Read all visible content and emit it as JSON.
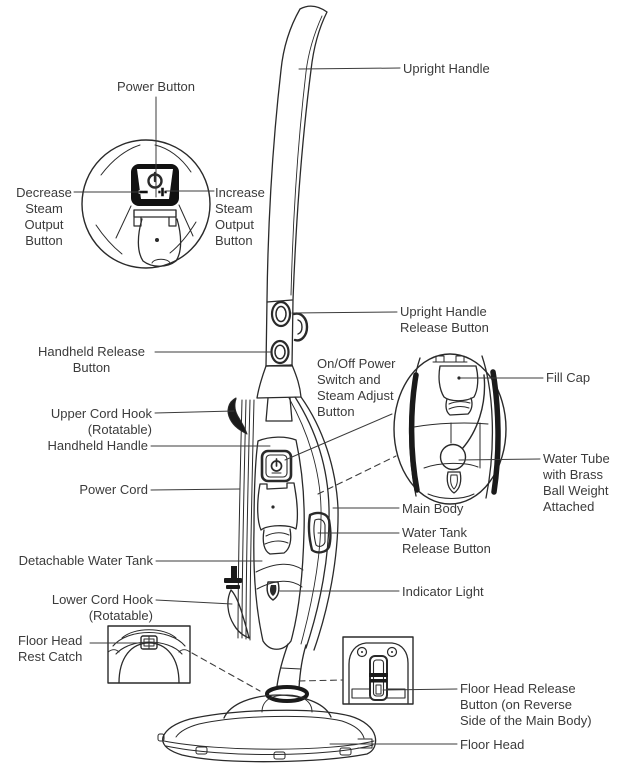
{
  "page": {
    "background": "#ffffff",
    "line_color": "#2a2a2a",
    "text_color": "#3b3b3b"
  },
  "diagram": {
    "type": "product-parts-callout-diagram",
    "subject": "Upright steam mop with detachable handheld unit",
    "labels": {
      "power_button": "Power Button",
      "decrease_steam_output_button": "Decrease\nSteam\nOutput\nButton",
      "increase_steam_output_button": "Increase\nSteam\nOutput\nButton",
      "upright_handle": "Upright Handle",
      "handheld_release_button": "Handheld Release\nButton",
      "upright_handle_release_button": "Upright Handle\nRelease Button",
      "on_off_power_switch": "On/Off Power\nSwitch and\nSteam Adjust\nButton",
      "fill_cap": "Fill Cap",
      "upper_cord_hook": "Upper Cord Hook\n(Rotatable)",
      "handheld_handle": "Handheld Handle",
      "water_tube": "Water Tube\nwith Brass\nBall Weight\nAttached",
      "power_cord": "Power Cord",
      "main_body": "Main Body",
      "water_tank_release_button": "Water Tank\nRelease Button",
      "detachable_water_tank": "Detachable Water Tank",
      "indicator_light": "Indicator Light",
      "lower_cord_hook": "Lower Cord Hook\n(Rotatable)",
      "floor_head_rest_catch": "Floor Head\nRest Catch",
      "floor_head_release_button": "Floor Head Release\nButton (on Reverse\nSide of the Main Body)",
      "floor_head": "Floor Head"
    },
    "glyphs": {
      "power_icon": "power-symbol",
      "minus_icon": "−",
      "plus_icon": "+"
    }
  }
}
